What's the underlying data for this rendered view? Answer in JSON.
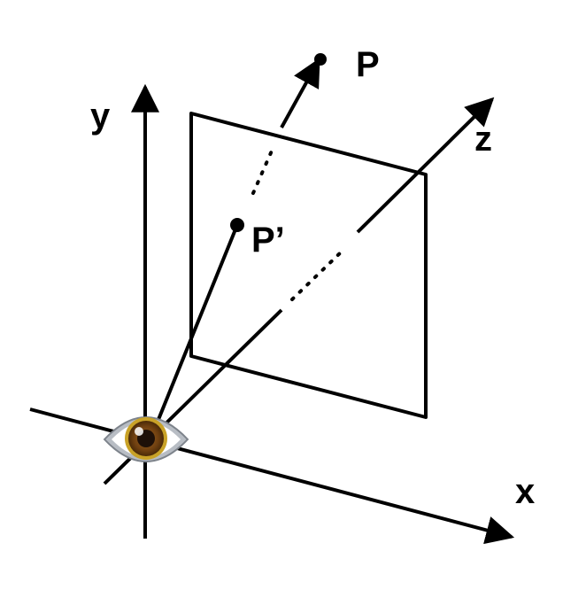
{
  "labels": {
    "y_axis": "y",
    "z_axis": "z",
    "x_axis": "x",
    "point": "P",
    "projected_point": "P’"
  },
  "icons": {
    "eye": "eye-icon"
  },
  "colors": {
    "stroke": "#000000",
    "background": "#ffffff",
    "iris": "#7a4a12",
    "iris_ring": "#c9a227",
    "pupil": "#1e1008",
    "eye_skin": "#b8bdc4",
    "eye_white": "#ffffff"
  }
}
